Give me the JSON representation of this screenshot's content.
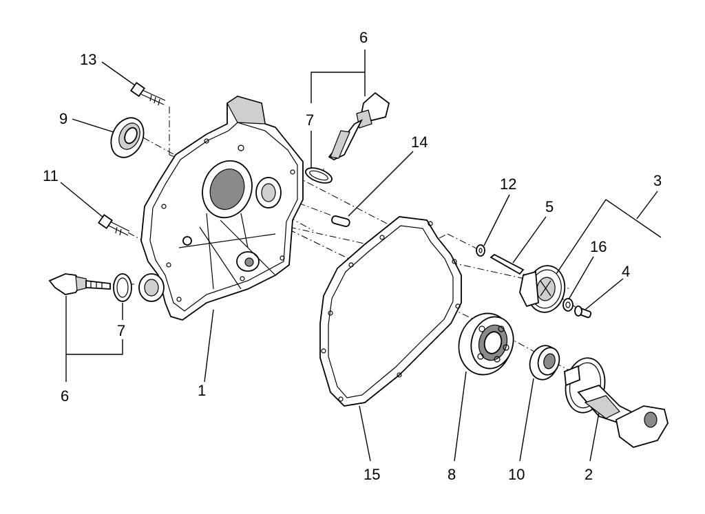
{
  "callouts": [
    "6",
    "7",
    "13",
    "9",
    "14",
    "11",
    "12",
    "5",
    "3",
    "16",
    "4",
    "7",
    "6",
    "1",
    "15",
    "8",
    "10",
    "2"
  ]
}
